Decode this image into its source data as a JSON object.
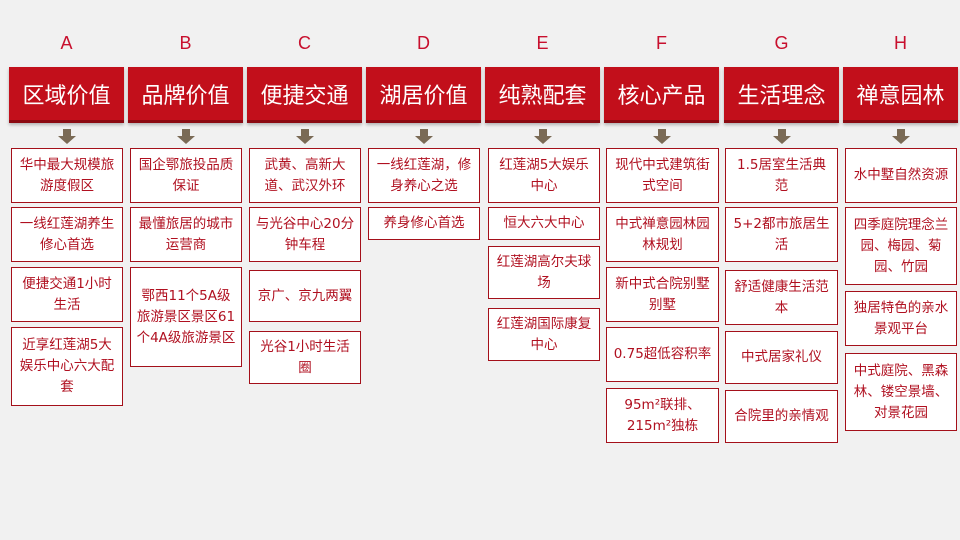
{
  "colors": {
    "accent": "#c20f1b",
    "letter": "#c8102e",
    "box_border": "#a4101a",
    "box_text": "#b01020",
    "arrow": "#7a6a55",
    "background": "#f1f1f1"
  },
  "columns": [
    {
      "letter": "A",
      "title": "区域价值",
      "items": [
        "华中最大规模旅游度假区",
        "一线红莲湖养生修心首选",
        "便捷交通1小时生活",
        "近享红莲湖5大娱乐中心六大配套"
      ]
    },
    {
      "letter": "B",
      "title": "品牌价值",
      "items": [
        "国企鄂旅投品质保证",
        "最懂旅居的城市运营商",
        "鄂西11个5A级旅游景区景区61个4A级旅游景区"
      ]
    },
    {
      "letter": "C",
      "title": "便捷交通",
      "items": [
        "武黄、高新大道、武汉外环",
        "与光谷中心20分钟车程",
        "京广、京九两翼",
        "光谷1小时生活圈"
      ]
    },
    {
      "letter": "D",
      "title": "湖居价值",
      "items": [
        "一线红莲湖，修身养心之选",
        "养身修心首选"
      ]
    },
    {
      "letter": "E",
      "title": "纯熟配套",
      "items": [
        "红莲湖5大娱乐中心",
        "恒大六大中心",
        "红莲湖高尔夫球场",
        "红莲湖国际康复中心"
      ]
    },
    {
      "letter": "F",
      "title": "核心产品",
      "items": [
        "现代中式建筑街式空间",
        "中式禅意园林园林规划",
        "新中式合院别墅别墅",
        "0.75超低容积率",
        "95m²联排、215m²独栋"
      ]
    },
    {
      "letter": "G",
      "title": "生活理念",
      "items": [
        "1.5居室生活典范",
        "5+2都市旅居生活",
        "舒适健康生活范本",
        "中式居家礼仪",
        "合院里的亲情观"
      ]
    },
    {
      "letter": "H",
      "title": "禅意园林",
      "items": [
        "水中墅自然资源",
        "四季庭院理念兰园、梅园、菊园、竹园",
        "独居特色的亲水景观平台",
        "中式庭院、黑森林、镂空景墙、对景花园"
      ]
    }
  ]
}
